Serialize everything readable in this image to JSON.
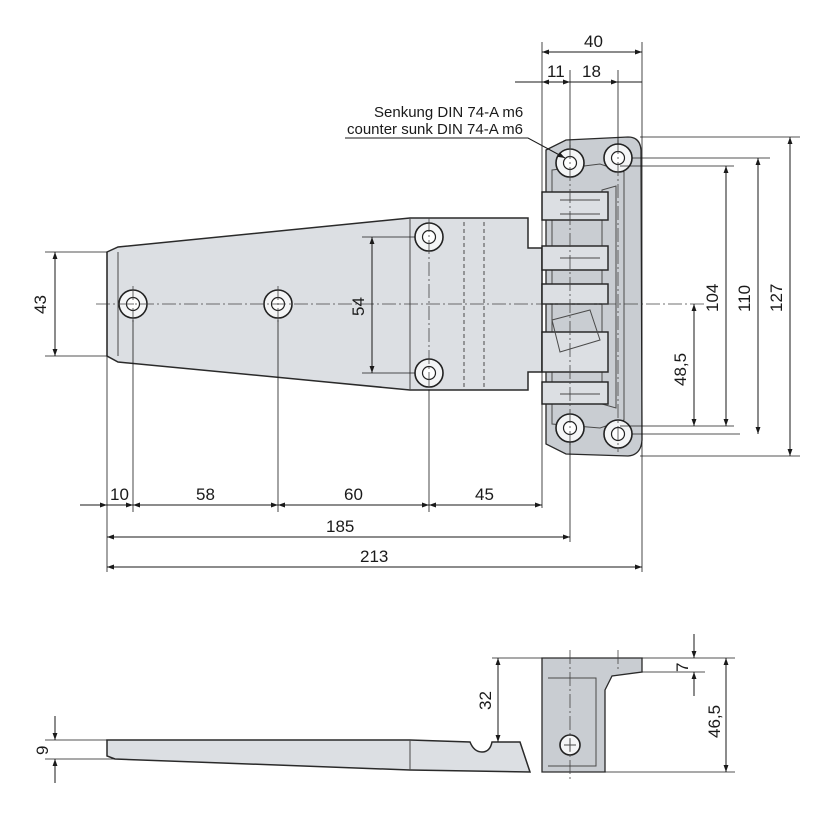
{
  "note": {
    "line1": "Senkung DIN 74-A m6",
    "line2": "counter sunk DIN 74-A m6"
  },
  "top_view": {
    "dims": {
      "d40": "40",
      "d11": "11",
      "d18": "18",
      "d43": "43",
      "d54": "54",
      "d104": "104",
      "d110": "110",
      "d127": "127",
      "d48_5": "48,5",
      "d10": "10",
      "d58": "58",
      "d60": "60",
      "d45": "45",
      "d185": "185",
      "d213": "213"
    }
  },
  "side_view": {
    "dims": {
      "d7": "7",
      "d32": "32",
      "d46_5": "46,5",
      "d9": "9"
    }
  },
  "colors": {
    "part_fill": "#dcdfe3",
    "line": "#1a1a1a"
  }
}
